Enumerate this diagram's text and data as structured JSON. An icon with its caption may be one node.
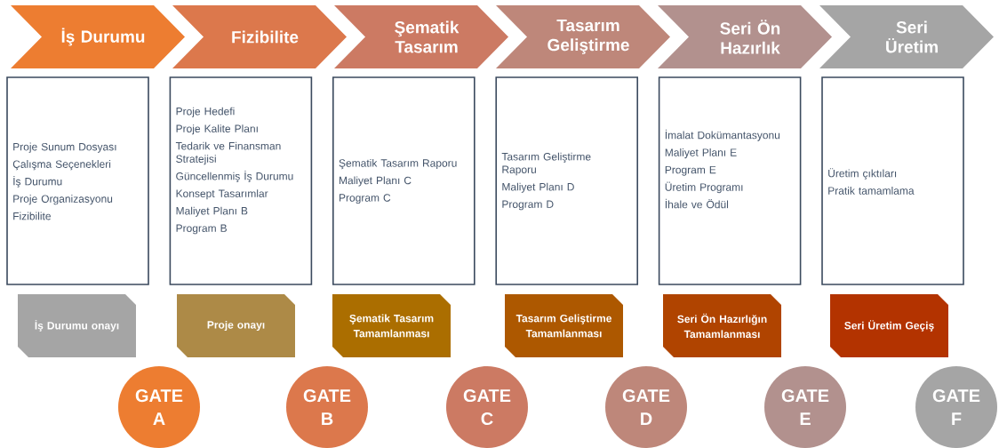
{
  "diagram": {
    "nodes": [
      {
        "text": [
          "İş Durumu"
        ]
      },
      {
        "text": [
          "Fizibilite"
        ]
      },
      {
        "text": [
          "Şematik Tasarım"
        ]
      },
      {
        "text": [
          "Tasarım Geliştirme"
        ]
      },
      {
        "text": [
          "Seri Ön Hazırlık"
        ]
      },
      {
        "text": [
          "Seri Üretim"
        ]
      },
      {
        "text": [
          "Proje Sunum Dosyası",
          "Çalışma Seçenekleri",
          "İş Durumu",
          "Proje Organizasyonu",
          "Fizibilite"
        ]
      },
      {
        "text": [
          "Proje Hedefi",
          "Proje Kalite Planı",
          "Tedarik ve Finansman Stratejisi",
          "Güncellenmiş İş Durumu",
          "Konsept Tasarımlar",
          "Maliyet Planı B",
          "Program B"
        ]
      },
      {
        "text": [
          "Şematik Tasarım Raporu",
          "Maliyet Planı C",
          "Program C"
        ]
      },
      {
        "text": [
          "Tasarım Geliştirme Raporu",
          "Maliyet Planı D",
          "Program D"
        ]
      },
      {
        "text": [
          "İmalat Dokümantasyonu",
          "Maliyet Planı E",
          "Program E",
          "Üretim Programı",
          "İhale ve Ödül"
        ]
      },
      {
        "text": [
          "Üretim çıktıları",
          "Pratik tamamlama"
        ]
      },
      {
        "text": [
          "İş Durumu onayı"
        ]
      },
      {
        "text": [
          "Proje onayı"
        ]
      },
      {
        "text": [
          "Şematik Tasarım Tamamlanması"
        ]
      },
      {
        "text": [
          "Tasarım Geliştirme Tamamlanması"
        ]
      },
      {
        "text": [
          "Seri Ön Hazırlığın Tamamlanması"
        ]
      },
      {
        "text": [
          "Seri Üretim Geçiş"
        ]
      },
      {
        "text": [
          "GATE A"
        ]
      },
      {
        "text": [
          "GATE B"
        ]
      },
      {
        "text": [
          "GATE C"
        ]
      },
      {
        "text": [
          "GATE D"
        ]
      },
      {
        "text": [
          "GATE E"
        ]
      },
      {
        "text": [
          "GATE F"
        ]
      }
    ]
  }
}
